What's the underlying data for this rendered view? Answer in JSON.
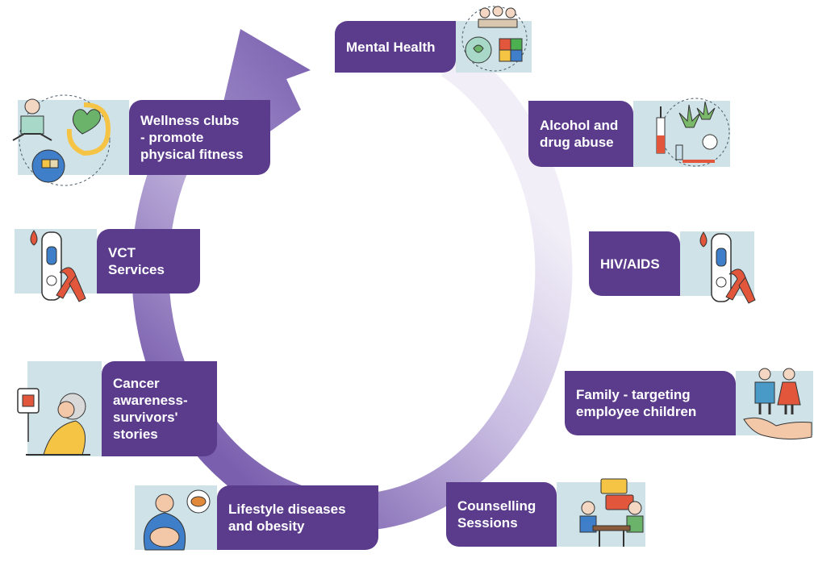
{
  "diagram": {
    "colors": {
      "label_bg": "#5b3b8c",
      "label_text": "#ffffff",
      "panel_bg": "#cfe2e7",
      "arrow_dark": "#7a5fae",
      "arrow_light": "#ece8f4"
    },
    "items": [
      {
        "label": "Mental Health",
        "icon": "mental-health-team-icon"
      },
      {
        "label": "Alcohol and\ndrug abuse",
        "icon": "drugs-alcohol-icon"
      },
      {
        "label": "HIV/AIDS",
        "icon": "hiv-test-ribbon-icon"
      },
      {
        "label": "Family - targeting\nemployee children",
        "icon": "family-hand-icon"
      },
      {
        "label": "Counselling\nSessions",
        "icon": "counselling-icon"
      },
      {
        "label": "Lifestyle diseases\nand obesity",
        "icon": "obesity-icon"
      },
      {
        "label": "Cancer\nawareness-\nsurvivors'\nstories",
        "icon": "cancer-patient-icon"
      },
      {
        "label": "VCT\nServices",
        "icon": "vct-test-ribbon-icon"
      },
      {
        "label": "Wellness clubs\n- promote\nphysical fitness",
        "icon": "wellness-fitness-icon"
      }
    ]
  }
}
